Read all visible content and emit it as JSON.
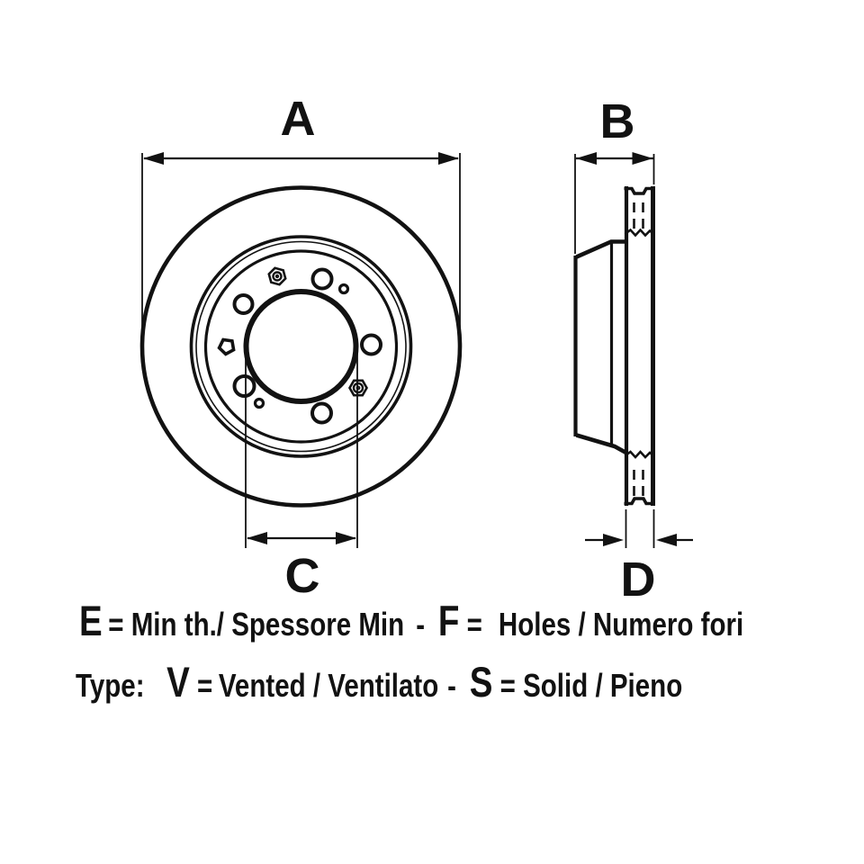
{
  "dimensions": {
    "a": "A",
    "b": "B",
    "c": "C",
    "d": "D"
  },
  "legend": {
    "e_key": "E",
    "e_eq": "=",
    "e_text": "Min th./ Spessore Min",
    "sep1": "-",
    "f_key": "F",
    "f_eq": "=",
    "f_text": "Holes / Numero fori",
    "type_label": "Type:",
    "v_key": "V",
    "v_eq": "=",
    "v_text": "Vented / Ventilato",
    "sep2": "-",
    "s_key": "S",
    "s_eq": "=",
    "s_text": "Solid / Pieno"
  },
  "colors": {
    "line": "#121212",
    "background": "#ffffff"
  }
}
